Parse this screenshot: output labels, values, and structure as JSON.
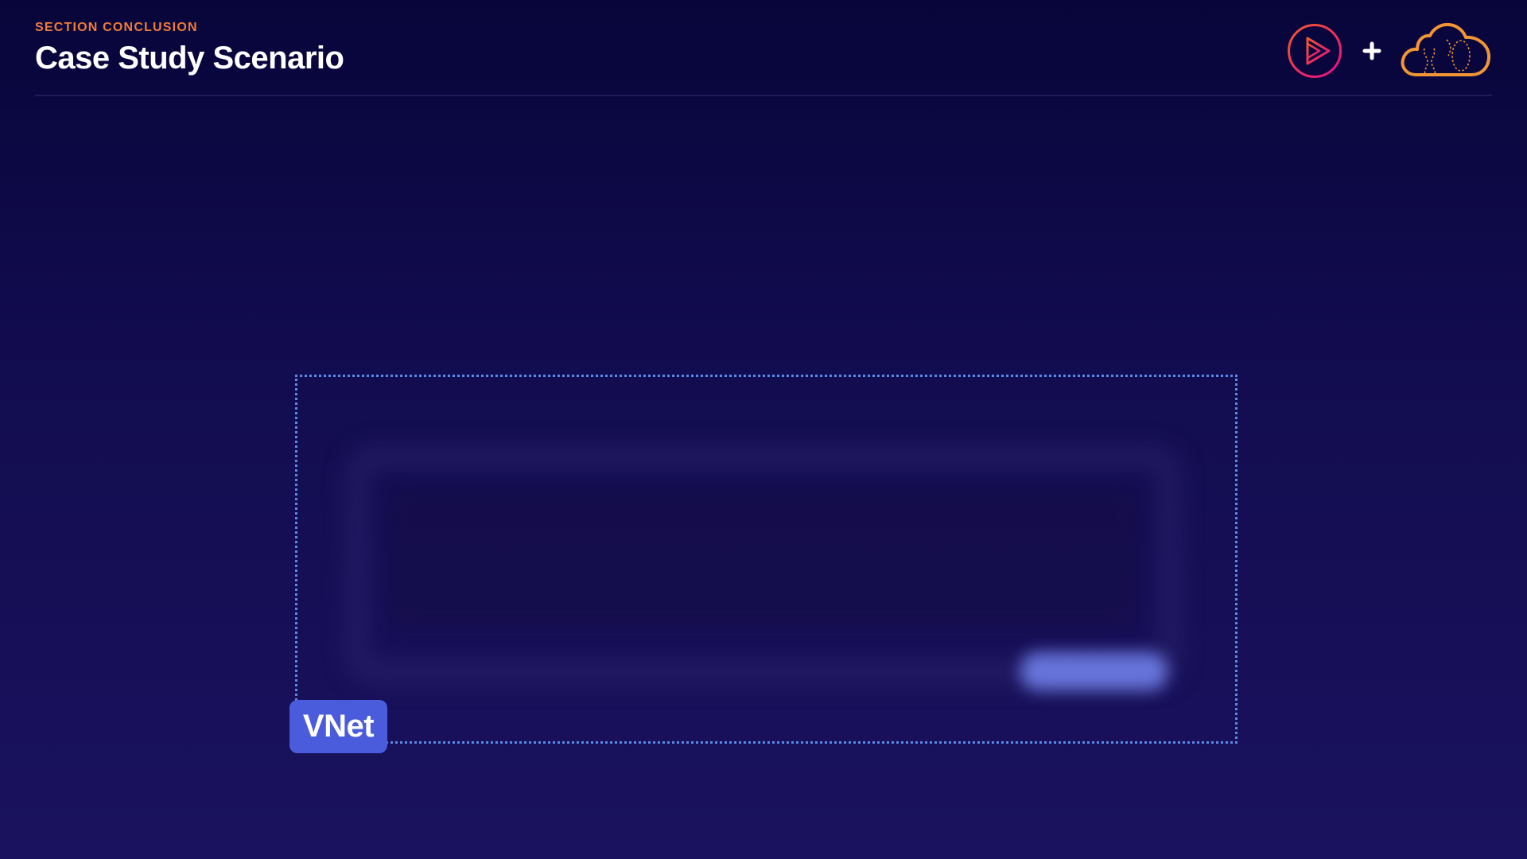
{
  "header": {
    "section_label": "SECTION CONCLUSION",
    "title": "Case Study Scenario"
  },
  "logos": {
    "play_logo_icon": "play-triangle-in-circle-icon",
    "plus_icon": "plus-icon",
    "cloud_logo_icon": "cloud-logo-icon"
  },
  "diagram": {
    "vnet_label": "VNet"
  },
  "colors": {
    "section_label": "#f07b3a",
    "vnet_badge": "#4a5cdc",
    "vnet_border": "#5b8ae6",
    "play_logo_gradient": [
      "#f15b2a",
      "#e80a89"
    ],
    "cloud_logo": "#f29534"
  }
}
